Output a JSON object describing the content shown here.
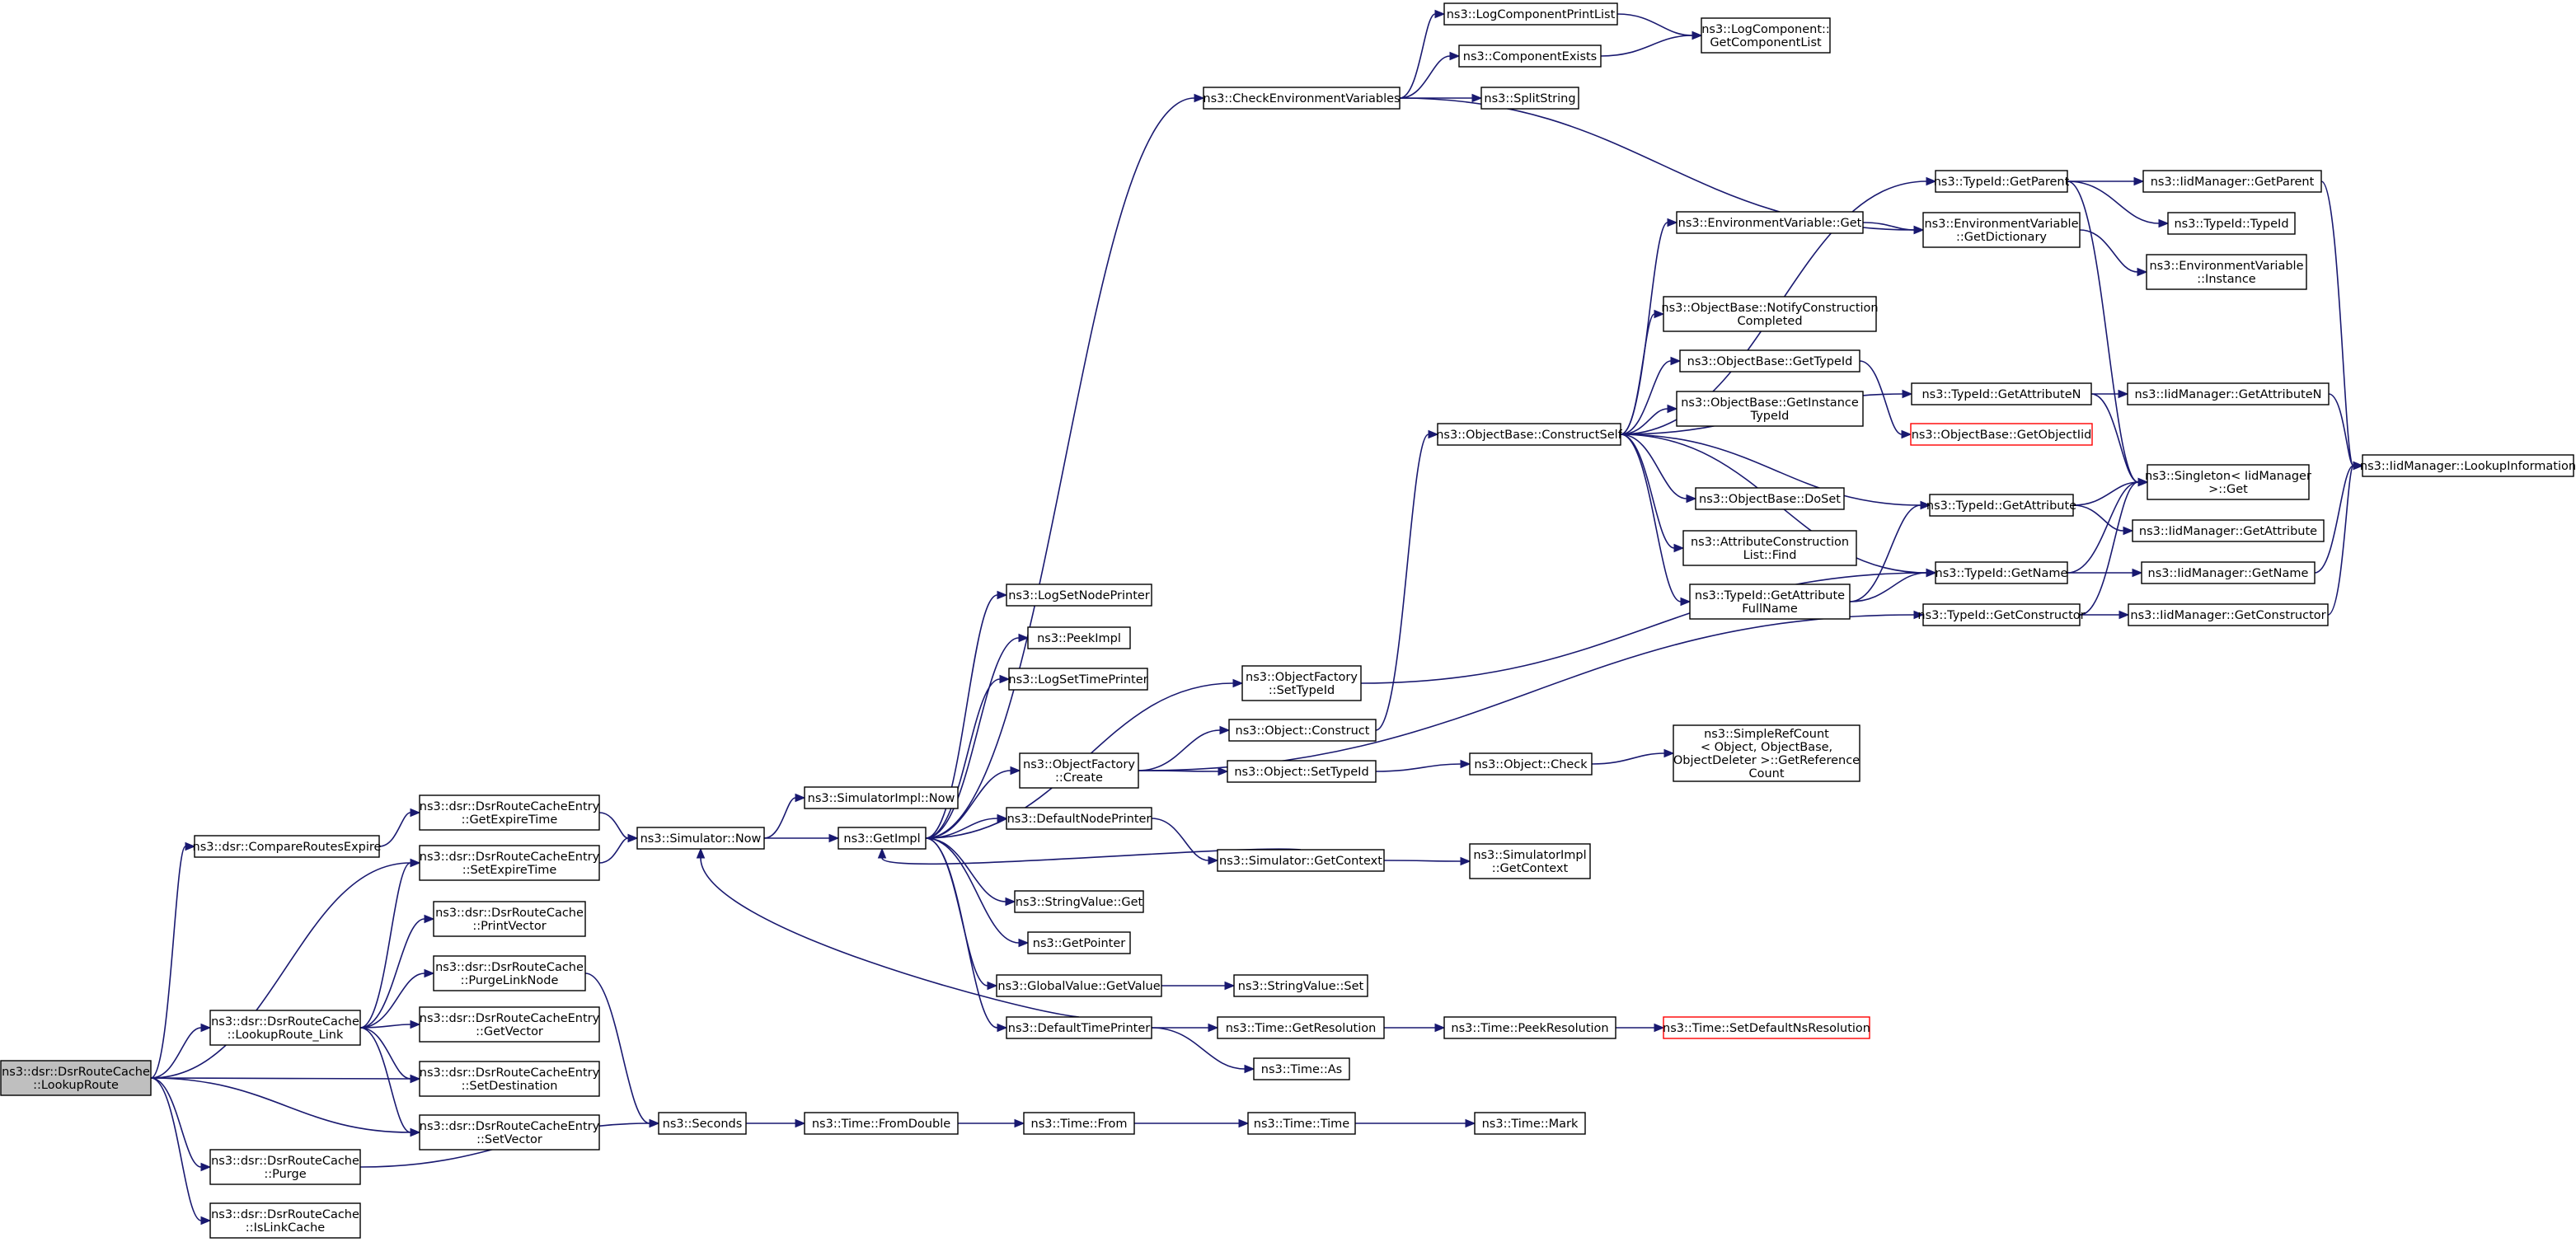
{
  "colors": {
    "edge": "#191970",
    "node_border": "#000000",
    "node_fill": "#ffffff",
    "root_fill": "#bfbfbf",
    "truncated_border": "#ff0000"
  },
  "nodes": [
    {
      "id": "root",
      "lines": [
        "ns3::dsr::DsrRouteCache",
        "::LookupRoute"
      ],
      "root": true
    },
    {
      "id": "compareRoutesExpire",
      "lines": [
        "ns3::dsr::CompareRoutesExpire"
      ]
    },
    {
      "id": "entryGetExpireTime",
      "lines": [
        "ns3::dsr::DsrRouteCacheEntry",
        "::GetExpireTime"
      ]
    },
    {
      "id": "entrySetExpireTime",
      "lines": [
        "ns3::dsr::DsrRouteCacheEntry",
        "::SetExpireTime"
      ]
    },
    {
      "id": "lookupRouteLink",
      "lines": [
        "ns3::dsr::DsrRouteCache",
        "::LookupRoute_Link"
      ]
    },
    {
      "id": "printVector",
      "lines": [
        "ns3::dsr::DsrRouteCache",
        "::PrintVector"
      ]
    },
    {
      "id": "purgeLinkNode",
      "lines": [
        "ns3::dsr::DsrRouteCache",
        "::PurgeLinkNode"
      ]
    },
    {
      "id": "entryGetVector",
      "lines": [
        "ns3::dsr::DsrRouteCacheEntry",
        "::GetVector"
      ]
    },
    {
      "id": "entrySetDestination",
      "lines": [
        "ns3::dsr::DsrRouteCacheEntry",
        "::SetDestination"
      ]
    },
    {
      "id": "entrySetVector",
      "lines": [
        "ns3::dsr::DsrRouteCacheEntry",
        "::SetVector"
      ]
    },
    {
      "id": "purge",
      "lines": [
        "ns3::dsr::DsrRouteCache",
        "::Purge"
      ]
    },
    {
      "id": "isLinkCache",
      "lines": [
        "ns3::dsr::DsrRouteCache",
        "::IsLinkCache"
      ]
    },
    {
      "id": "simulatorNow",
      "lines": [
        "ns3::Simulator::Now"
      ]
    },
    {
      "id": "seconds",
      "lines": [
        "ns3::Seconds"
      ]
    },
    {
      "id": "simulatorImplNow",
      "lines": [
        "ns3::SimulatorImpl::Now"
      ]
    },
    {
      "id": "getImpl",
      "lines": [
        "ns3::GetImpl"
      ]
    },
    {
      "id": "timeFromDouble",
      "lines": [
        "ns3::Time::FromDouble"
      ]
    },
    {
      "id": "logSetNodePrinter",
      "lines": [
        "ns3::LogSetNodePrinter"
      ]
    },
    {
      "id": "peekImpl",
      "lines": [
        "ns3::PeekImpl"
      ]
    },
    {
      "id": "logSetTimePrinter",
      "lines": [
        "ns3::LogSetTimePrinter"
      ]
    },
    {
      "id": "objectFactoryCreate",
      "lines": [
        "ns3::ObjectFactory",
        "::Create"
      ]
    },
    {
      "id": "defaultNodePrinter",
      "lines": [
        "ns3::DefaultNodePrinter"
      ]
    },
    {
      "id": "stringValueGet",
      "lines": [
        "ns3::StringValue::Get"
      ]
    },
    {
      "id": "getPointer",
      "lines": [
        "ns3::GetPointer"
      ]
    },
    {
      "id": "globalValueGetValue",
      "lines": [
        "ns3::GlobalValue::GetValue"
      ]
    },
    {
      "id": "defaultTimePrinter",
      "lines": [
        "ns3::DefaultTimePrinter"
      ]
    },
    {
      "id": "timeFrom",
      "lines": [
        "ns3::Time::From"
      ]
    },
    {
      "id": "checkEnvironmentVariables",
      "lines": [
        "ns3::CheckEnvironmentVariables"
      ]
    },
    {
      "id": "objectFactorySetTypeId",
      "lines": [
        "ns3::ObjectFactory",
        "::SetTypeId"
      ]
    },
    {
      "id": "objectConstruct",
      "lines": [
        "ns3::Object::Construct"
      ]
    },
    {
      "id": "objectSetTypeId",
      "lines": [
        "ns3::Object::SetTypeId"
      ]
    },
    {
      "id": "simulatorGetContext",
      "lines": [
        "ns3::Simulator::GetContext"
      ]
    },
    {
      "id": "stringValueSet",
      "lines": [
        "ns3::StringValue::Set"
      ]
    },
    {
      "id": "timeGetResolution",
      "lines": [
        "ns3::Time::GetResolution"
      ]
    },
    {
      "id": "timeAs",
      "lines": [
        "ns3::Time::As"
      ]
    },
    {
      "id": "timeTime",
      "lines": [
        "ns3::Time::Time"
      ]
    },
    {
      "id": "logComponentPrintList",
      "lines": [
        "ns3::LogComponentPrintList"
      ]
    },
    {
      "id": "componentExists",
      "lines": [
        "ns3::ComponentExists"
      ]
    },
    {
      "id": "splitString",
      "lines": [
        "ns3::SplitString"
      ]
    },
    {
      "id": "objectBaseConstructSelf",
      "lines": [
        "ns3::ObjectBase::ConstructSelf"
      ]
    },
    {
      "id": "objectCheck",
      "lines": [
        "ns3::Object::Check"
      ]
    },
    {
      "id": "simulatorImplGetContext",
      "lines": [
        "ns3::SimulatorImpl",
        "::GetContext"
      ]
    },
    {
      "id": "timePeekResolution",
      "lines": [
        "ns3::Time::PeekResolution"
      ]
    },
    {
      "id": "timeMark",
      "lines": [
        "ns3::Time::Mark"
      ]
    },
    {
      "id": "logComponentGetComponentList",
      "lines": [
        "ns3::LogComponent::",
        "GetComponentList"
      ]
    },
    {
      "id": "environmentVariableGet",
      "lines": [
        "ns3::EnvironmentVariable::Get"
      ]
    },
    {
      "id": "notifyConstructionCompleted",
      "lines": [
        "ns3::ObjectBase::NotifyConstruction",
        "Completed"
      ]
    },
    {
      "id": "objectBaseGetTypeId",
      "lines": [
        "ns3::ObjectBase::GetTypeId"
      ]
    },
    {
      "id": "objectBaseGetInstanceTypeId",
      "lines": [
        "ns3::ObjectBase::GetInstance",
        "TypeId"
      ]
    },
    {
      "id": "objectBaseDoSet",
      "lines": [
        "ns3::ObjectBase::DoSet"
      ]
    },
    {
      "id": "attributeConstructionListFind",
      "lines": [
        "ns3::AttributeConstruction",
        "List::Find"
      ]
    },
    {
      "id": "typeIdGetAttributeFullName",
      "lines": [
        "ns3::TypeId::GetAttribute",
        "FullName"
      ]
    },
    {
      "id": "simpleRefCountGetReferenceCount",
      "lines": [
        "ns3::SimpleRefCount",
        "< Object, ObjectBase,",
        "ObjectDeleter >::GetReference",
        "Count"
      ]
    },
    {
      "id": "timeSetDefaultNsResolution",
      "lines": [
        "ns3::Time::SetDefaultNsResolution"
      ],
      "truncated": true
    },
    {
      "id": "typeIdGetParent",
      "lines": [
        "ns3::TypeId::GetParent"
      ]
    },
    {
      "id": "environmentVariableGetDictionary",
      "lines": [
        "ns3::EnvironmentVariable",
        "::GetDictionary"
      ]
    },
    {
      "id": "typeIdGetAttributeN",
      "lines": [
        "ns3::TypeId::GetAttributeN"
      ]
    },
    {
      "id": "objectBaseGetObjectIid",
      "lines": [
        "ns3::ObjectBase::GetObjectIid"
      ],
      "truncated": true
    },
    {
      "id": "typeIdGetAttribute",
      "lines": [
        "ns3::TypeId::GetAttribute"
      ]
    },
    {
      "id": "typeIdGetName",
      "lines": [
        "ns3::TypeId::GetName"
      ]
    },
    {
      "id": "typeIdGetConstructor",
      "lines": [
        "ns3::TypeId::GetConstructor"
      ]
    },
    {
      "id": "iidManagerGetParent",
      "lines": [
        "ns3::IidManager::GetParent"
      ]
    },
    {
      "id": "typeIdTypeId",
      "lines": [
        "ns3::TypeId::TypeId"
      ]
    },
    {
      "id": "environmentVariableInstance",
      "lines": [
        "ns3::EnvironmentVariable",
        "::Instance"
      ]
    },
    {
      "id": "iidManagerGetAttributeN",
      "lines": [
        "ns3::IidManager::GetAttributeN"
      ]
    },
    {
      "id": "singletonIidManagerGet",
      "lines": [
        "ns3::Singleton< IidManager",
        ">::Get"
      ]
    },
    {
      "id": "iidManagerGetAttribute",
      "lines": [
        "ns3::IidManager::GetAttribute"
      ]
    },
    {
      "id": "iidManagerGetName",
      "lines": [
        "ns3::IidManager::GetName"
      ]
    },
    {
      "id": "iidManagerGetConstructor",
      "lines": [
        "ns3::IidManager::GetConstructor"
      ]
    },
    {
      "id": "iidManagerLookupInformation",
      "lines": [
        "ns3::IidManager::LookupInformation"
      ]
    }
  ],
  "edges": [
    [
      "root",
      "compareRoutesExpire"
    ],
    [
      "root",
      "entrySetExpireTime"
    ],
    [
      "root",
      "lookupRouteLink"
    ],
    [
      "root",
      "entrySetDestination"
    ],
    [
      "root",
      "entrySetVector"
    ],
    [
      "root",
      "purge"
    ],
    [
      "root",
      "isLinkCache"
    ],
    [
      "compareRoutesExpire",
      "entryGetExpireTime"
    ],
    [
      "entryGetExpireTime",
      "simulatorNow"
    ],
    [
      "entrySetExpireTime",
      "simulatorNow"
    ],
    [
      "lookupRouteLink",
      "entrySetExpireTime"
    ],
    [
      "lookupRouteLink",
      "printVector"
    ],
    [
      "lookupRouteLink",
      "purgeLinkNode"
    ],
    [
      "lookupRouteLink",
      "entryGetVector"
    ],
    [
      "lookupRouteLink",
      "entrySetDestination"
    ],
    [
      "lookupRouteLink",
      "entrySetVector"
    ],
    [
      "purgeLinkNode",
      "seconds"
    ],
    [
      "purge",
      "seconds"
    ],
    [
      "simulatorNow",
      "simulatorImplNow"
    ],
    [
      "simulatorNow",
      "getImpl"
    ],
    [
      "seconds",
      "timeFromDouble"
    ],
    [
      "timeFromDouble",
      "timeFrom"
    ],
    [
      "timeFrom",
      "timeTime"
    ],
    [
      "timeTime",
      "timeMark"
    ],
    [
      "getImpl",
      "logSetNodePrinter"
    ],
    [
      "getImpl",
      "peekImpl"
    ],
    [
      "getImpl",
      "logSetTimePrinter"
    ],
    [
      "getImpl",
      "objectFactorySetTypeId"
    ],
    [
      "getImpl",
      "objectFactoryCreate"
    ],
    [
      "getImpl",
      "defaultNodePrinter"
    ],
    [
      "getImpl",
      "stringValueGet"
    ],
    [
      "getImpl",
      "getPointer"
    ],
    [
      "getImpl",
      "globalValueGetValue"
    ],
    [
      "getImpl",
      "defaultTimePrinter"
    ],
    [
      "getImpl",
      "checkEnvironmentVariables"
    ],
    [
      "objectFactoryCreate",
      "objectConstruct"
    ],
    [
      "objectFactoryCreate",
      "objectSetTypeId"
    ],
    [
      "objectFactoryCreate",
      "typeIdGetConstructor"
    ],
    [
      "defaultNodePrinter",
      "simulatorGetContext"
    ],
    [
      "simulatorGetContext",
      "getImpl"
    ],
    [
      "simulatorGetContext",
      "simulatorImplGetContext"
    ],
    [
      "globalValueGetValue",
      "stringValueSet"
    ],
    [
      "defaultTimePrinter",
      "simulatorNow"
    ],
    [
      "defaultTimePrinter",
      "timeGetResolution"
    ],
    [
      "defaultTimePrinter",
      "timeAs"
    ],
    [
      "timeGetResolution",
      "timePeekResolution"
    ],
    [
      "timePeekResolution",
      "timeSetDefaultNsResolution"
    ],
    [
      "objectFactorySetTypeId",
      "typeIdGetName"
    ],
    [
      "objectConstruct",
      "objectBaseConstructSelf"
    ],
    [
      "objectSetTypeId",
      "objectCheck"
    ],
    [
      "objectCheck",
      "simpleRefCountGetReferenceCount"
    ],
    [
      "checkEnvironmentVariables",
      "logComponentPrintList"
    ],
    [
      "checkEnvironmentVariables",
      "componentExists"
    ],
    [
      "checkEnvironmentVariables",
      "splitString"
    ],
    [
      "checkEnvironmentVariables",
      "environmentVariableGetDictionary"
    ],
    [
      "logComponentPrintList",
      "logComponentGetComponentList"
    ],
    [
      "componentExists",
      "logComponentGetComponentList"
    ],
    [
      "objectBaseConstructSelf",
      "typeIdGetParent"
    ],
    [
      "objectBaseConstructSelf",
      "environmentVariableGet"
    ],
    [
      "objectBaseConstructSelf",
      "typeIdGetAttributeN"
    ],
    [
      "objectBaseConstructSelf",
      "notifyConstructionCompleted"
    ],
    [
      "objectBaseConstructSelf",
      "objectBaseGetTypeId"
    ],
    [
      "objectBaseConstructSelf",
      "objectBaseGetInstanceTypeId"
    ],
    [
      "objectBaseConstructSelf",
      "typeIdGetAttribute"
    ],
    [
      "objectBaseConstructSelf",
      "objectBaseDoSet"
    ],
    [
      "objectBaseConstructSelf",
      "attributeConstructionListFind"
    ],
    [
      "objectBaseConstructSelf",
      "typeIdGetAttributeFullName"
    ],
    [
      "objectBaseConstructSelf",
      "typeIdGetName"
    ],
    [
      "environmentVariableGet",
      "environmentVariableGetDictionary"
    ],
    [
      "environmentVariableGetDictionary",
      "environmentVariableInstance"
    ],
    [
      "objectBaseGetTypeId",
      "objectBaseGetObjectIid"
    ],
    [
      "typeIdGetAttributeFullName",
      "typeIdGetAttribute"
    ],
    [
      "typeIdGetAttributeFullName",
      "typeIdGetName"
    ],
    [
      "typeIdGetParent",
      "iidManagerGetParent"
    ],
    [
      "typeIdGetParent",
      "typeIdTypeId"
    ],
    [
      "typeIdGetParent",
      "singletonIidManagerGet"
    ],
    [
      "typeIdGetAttributeN",
      "iidManagerGetAttributeN"
    ],
    [
      "typeIdGetAttributeN",
      "singletonIidManagerGet"
    ],
    [
      "typeIdGetAttribute",
      "singletonIidManagerGet"
    ],
    [
      "typeIdGetAttribute",
      "iidManagerGetAttribute"
    ],
    [
      "typeIdGetName",
      "singletonIidManagerGet"
    ],
    [
      "typeIdGetName",
      "iidManagerGetName"
    ],
    [
      "typeIdGetConstructor",
      "singletonIidManagerGet"
    ],
    [
      "typeIdGetConstructor",
      "iidManagerGetConstructor"
    ],
    [
      "iidManagerGetParent",
      "iidManagerLookupInformation"
    ],
    [
      "iidManagerGetAttributeN",
      "iidManagerLookupInformation"
    ],
    [
      "iidManagerGetName",
      "iidManagerLookupInformation"
    ],
    [
      "iidManagerGetConstructor",
      "iidManagerLookupInformation"
    ]
  ]
}
